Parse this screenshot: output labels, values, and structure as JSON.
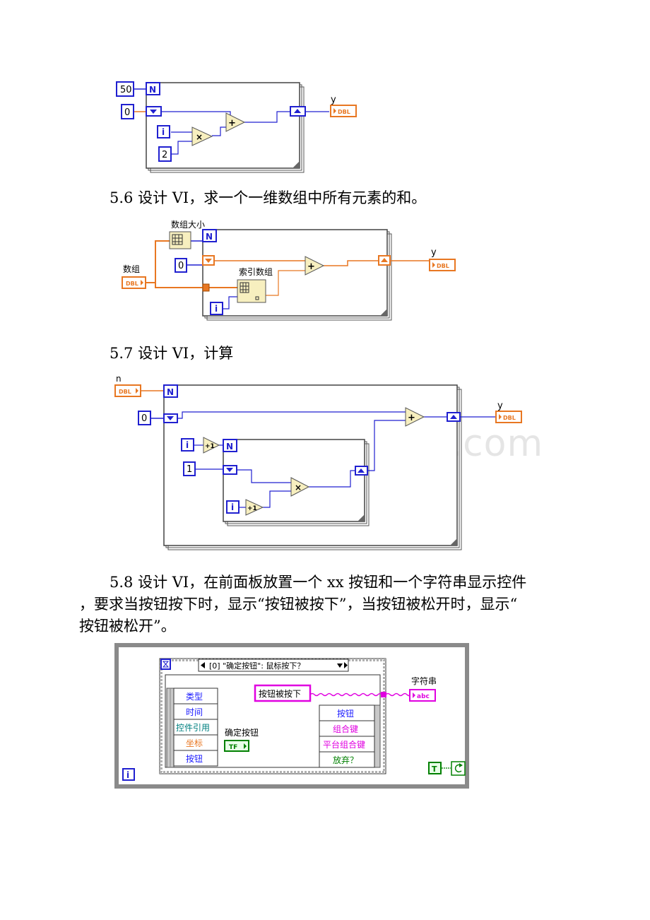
{
  "watermark": "www.bdocx.com",
  "section_56": {
    "text": "5.6 设计 VI，求一个一维数组中所有元素的和。"
  },
  "section_57": {
    "text": "5.7 设计 VI，计算"
  },
  "section_58": {
    "line1": "5.8 设计 VI，在前面板放置一个 xx 按钮和一个字符串显示控件",
    "line2": "，要求当按钮按下时，显示“按钮被按下”，当按钮被松开时，显示“",
    "line3": "按钮被松开”。"
  },
  "diagram1": {
    "const_50": "50",
    "const_0": "0",
    "const_2": "2",
    "terminal_n": "N",
    "terminal_i": "i",
    "output_label": "y",
    "output_type": "DBL"
  },
  "diagram2": {
    "array_size_label": "数组大小",
    "index_array_label": "索引数组",
    "input_label": "数组",
    "input_type": "DBL",
    "const_0": "0",
    "terminal_n": "N",
    "terminal_i": "i",
    "output_label": "y",
    "output_type": "DBL"
  },
  "diagram3": {
    "input_label": "n",
    "input_type": "DBL",
    "const_0": "0",
    "const_1": "1",
    "terminal_n": "N",
    "terminal_i": "i",
    "increment": "+1",
    "output_label": "y",
    "output_type": "DBL"
  },
  "diagram4": {
    "case_selector": "[0] \"确定按钮\": 鼠标按下？",
    "event_data_left": [
      "类型",
      "时间",
      "控件引用",
      "坐标",
      "按钮"
    ],
    "event_data_left_colors": [
      "#1a1aff",
      "#1a1aff",
      "#008080",
      "#e87722",
      "#1a1aff"
    ],
    "event_data_right": [
      "按钮",
      "组合键",
      "平台组合键",
      "放弃？"
    ],
    "event_data_right_colors": [
      "#1a1aff",
      "#e000e0",
      "#e000e0",
      "#008000"
    ],
    "button_label": "确定按钮",
    "button_type": "TF",
    "string_const": "按钮被按下",
    "string_out_label": "字符串",
    "string_out_type": "abc",
    "bool_const": "T",
    "terminal_i": "i"
  }
}
